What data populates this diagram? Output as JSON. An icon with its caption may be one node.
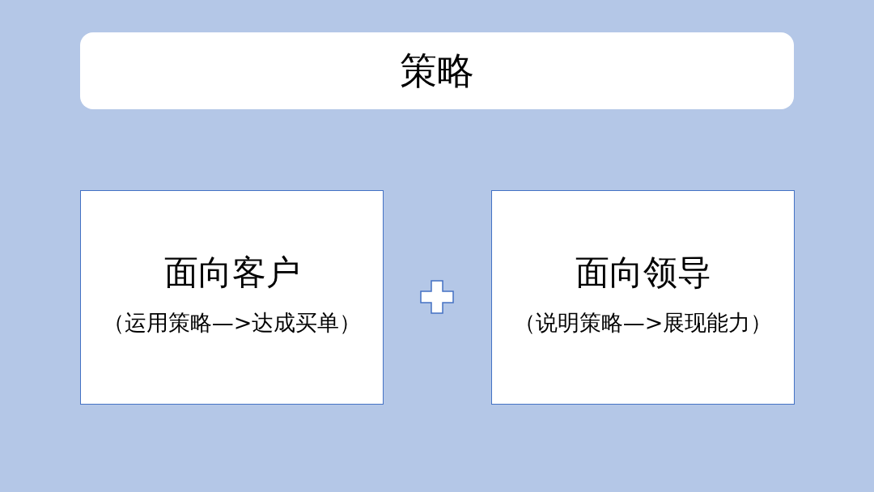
{
  "diagram": {
    "nodes": [
      {
        "text": [
          "策略"
        ]
      },
      {
        "text": [
          "面向客户",
          "（运用策略—>达成买单）"
        ]
      },
      {
        "text": [
          "面向领导",
          "（说明策略—>展现能力）"
        ]
      }
    ]
  }
}
